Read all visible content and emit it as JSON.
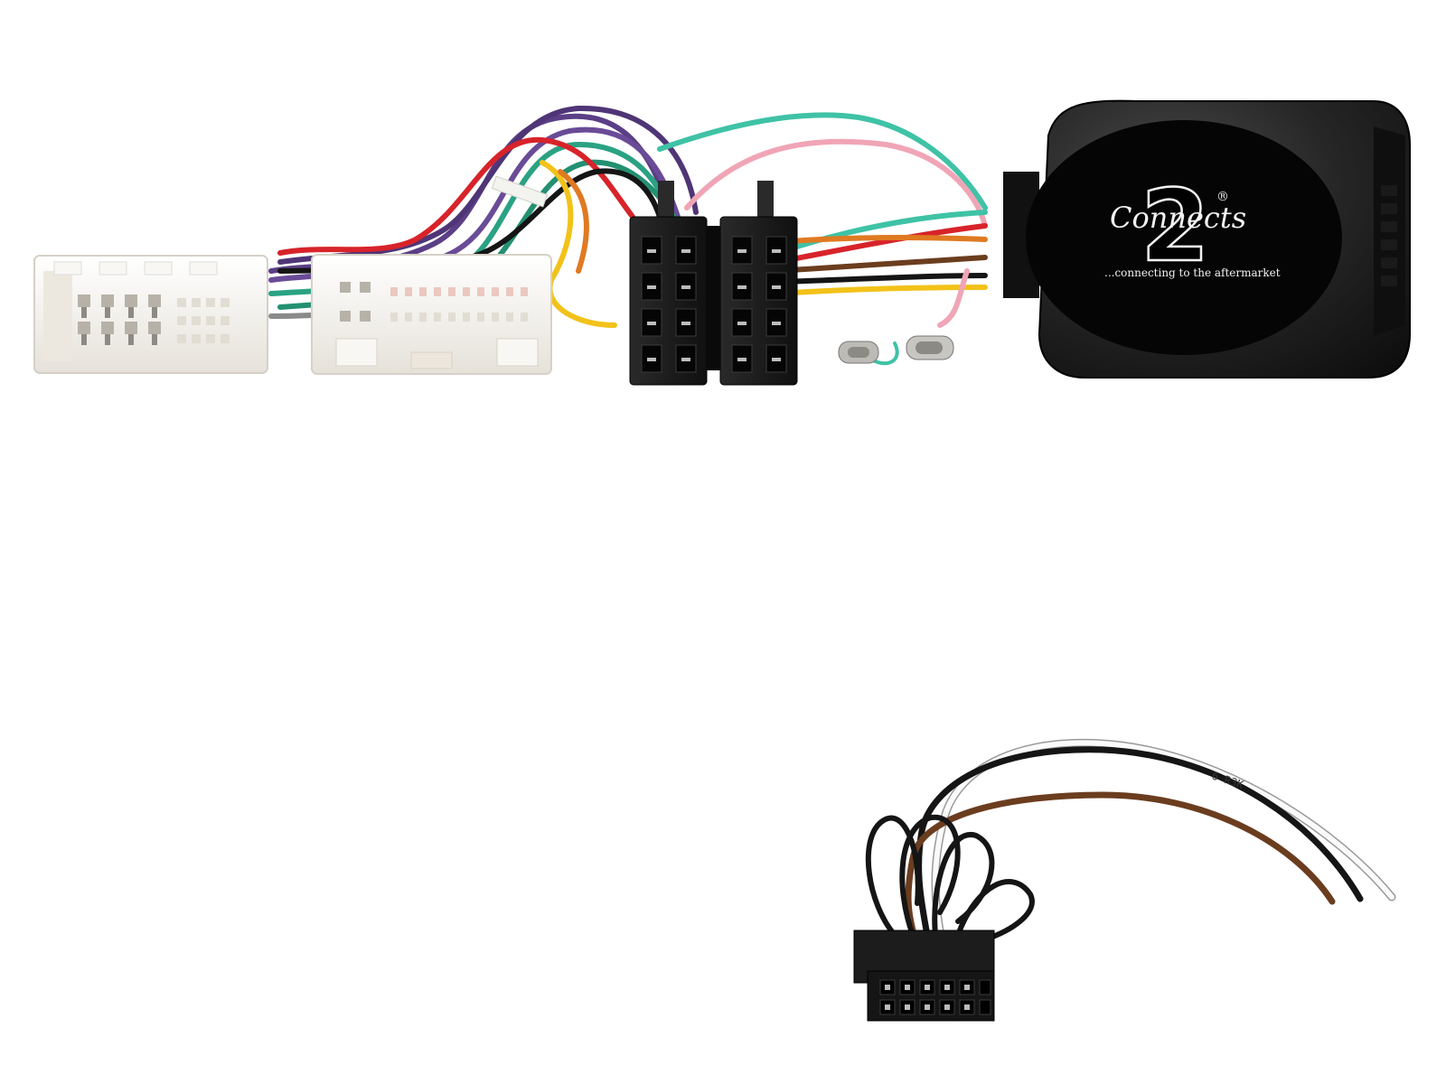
{
  "product": {
    "brand": "Connects",
    "brand_mark": "2",
    "registered": "®",
    "tagline": "...connecting to the aftermarket",
    "cable_print": "6 R3K"
  },
  "colors": {
    "background": "#ffffff",
    "module_body": "#1e1e1e",
    "connector_white": "#f4f2ee",
    "connector_black": "#1b1b1b",
    "wire_purple": "#5b3f86",
    "wire_green": "#2aa283",
    "wire_teal": "#3fc2a6",
    "wire_red": "#d8232a",
    "wire_yellow": "#f2c21a",
    "wire_orange": "#e07a22",
    "wire_pink": "#f0a5b6",
    "wire_black": "#151515",
    "wire_brown": "#6b3d1f",
    "wire_white": "#fafafa",
    "wire_grey": "#8a8a8a"
  },
  "components": [
    "white-vehicle-connector-small",
    "white-vehicle-connector-large",
    "iso-connector-pair",
    "antenna-adaptor",
    "control-interface-module",
    "patch-lead-12-pin"
  ]
}
